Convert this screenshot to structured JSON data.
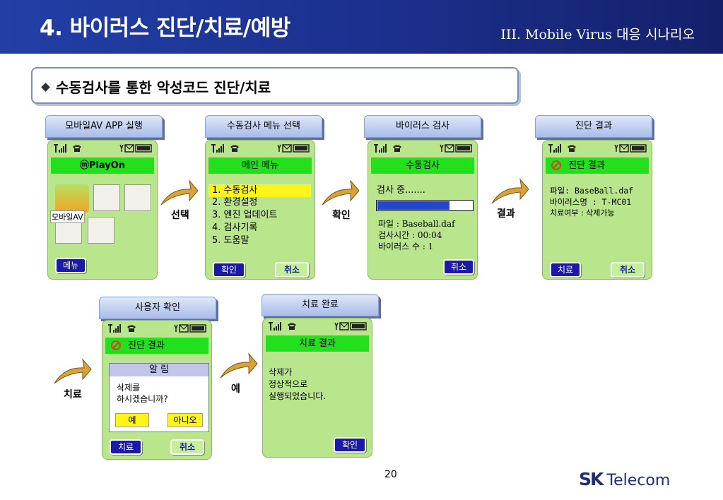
{
  "header": {
    "title": "4. 바이러스 진단/치료/예방",
    "subtitle": "III. Mobile Virus 대응 시나리오"
  },
  "section": {
    "title": "수동검사를 통한 악성코드 진단/치료"
  },
  "steps": [
    {
      "label": "모바일AV APP 실행"
    },
    {
      "label": "수동검사 메뉴 선택"
    },
    {
      "label": "바이러스 검사"
    },
    {
      "label": "진단 결과"
    },
    {
      "label": "사용자 확인"
    },
    {
      "label": "치료 완료"
    }
  ],
  "actions": {
    "select": "선택",
    "confirm": "확인",
    "result": "결과",
    "treat": "치료",
    "yes": "예"
  },
  "phone1": {
    "title": "ⓜPlayOn",
    "app_label": "모바일AV",
    "softkey_left": "메뉴"
  },
  "phone2": {
    "title": "메인 메뉴",
    "menu": [
      "1. 수동검사",
      "2. 환경설정",
      "3. 엔진 업데이트",
      "4. 검사기록",
      "5. 도움말"
    ],
    "softkey_left": "확인",
    "softkey_right": "취소"
  },
  "phone3": {
    "title": "수동검사",
    "scanning": "검사 중.......",
    "progress": 0.76,
    "file": "파일 : Baseball.daf",
    "time": "검사시간 : 00:04",
    "virus_count": "바이러스 수 : 1",
    "softkey_right": "취소"
  },
  "phone4": {
    "title": "진단 결과",
    "file": "파일: BaseBall.daf",
    "virus_name": "바이러스명 : T-MC01",
    "treat_status": "치료여부 : 삭제가능",
    "softkey_left": "치료",
    "softkey_right": "취소"
  },
  "phone5": {
    "title": "진단 결과",
    "alert_title": "알 림",
    "alert_line1": "삭제를",
    "alert_line2": "하시겠습니까?",
    "btn_yes": "예",
    "btn_no": "아니오",
    "softkey_left": "치료",
    "softkey_right": "취소"
  },
  "phone6": {
    "title": "치료 결과",
    "line1": "삭제가",
    "line2": "정상적으로",
    "line3": "실행되었습니다.",
    "softkey_right": "확인"
  },
  "footer": {
    "page": "20",
    "logo_sk": "SK",
    "logo_text": "Telecom"
  },
  "colors": {
    "header_bg": "#1b2f8c",
    "phone_bg": "#b9e58c",
    "title_bar": "#22e01c",
    "softkey_blue": "#1a1aa8",
    "highlight": "#fff51a"
  }
}
